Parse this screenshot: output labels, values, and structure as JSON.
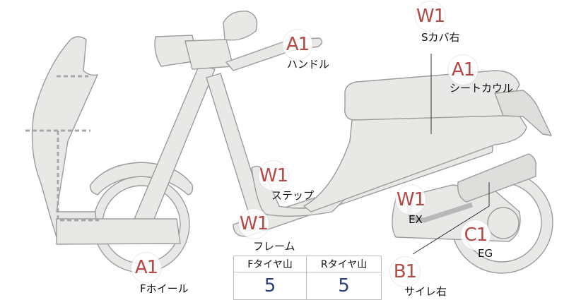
{
  "parts": [
    {
      "id": "handle",
      "badge": "A1",
      "label": "ハンドル"
    },
    {
      "id": "s-cover-right",
      "badge": "W1",
      "label": "Sカバ右"
    },
    {
      "id": "seat-cowl",
      "badge": "A1",
      "label": "シートカウル"
    },
    {
      "id": "step",
      "badge": "W1",
      "label": "ステップ"
    },
    {
      "id": "exhaust",
      "badge": "W1",
      "label": "EX"
    },
    {
      "id": "frame",
      "badge": "W1",
      "label": "フレーム"
    },
    {
      "id": "engine",
      "badge": "C1",
      "label": "EG"
    },
    {
      "id": "front-wheel",
      "badge": "A1",
      "label": "Fホイール"
    },
    {
      "id": "muffler-right",
      "badge": "B1",
      "label": "サイレ右"
    }
  ],
  "tire_table": {
    "headers": [
      "Fタイヤ山",
      "Rタイヤ山"
    ],
    "values": [
      "5",
      "5"
    ]
  },
  "colors": {
    "badge_text": "#b24a46",
    "table_value": "#2d3f7a",
    "body_fill": "#e8e8e6"
  }
}
